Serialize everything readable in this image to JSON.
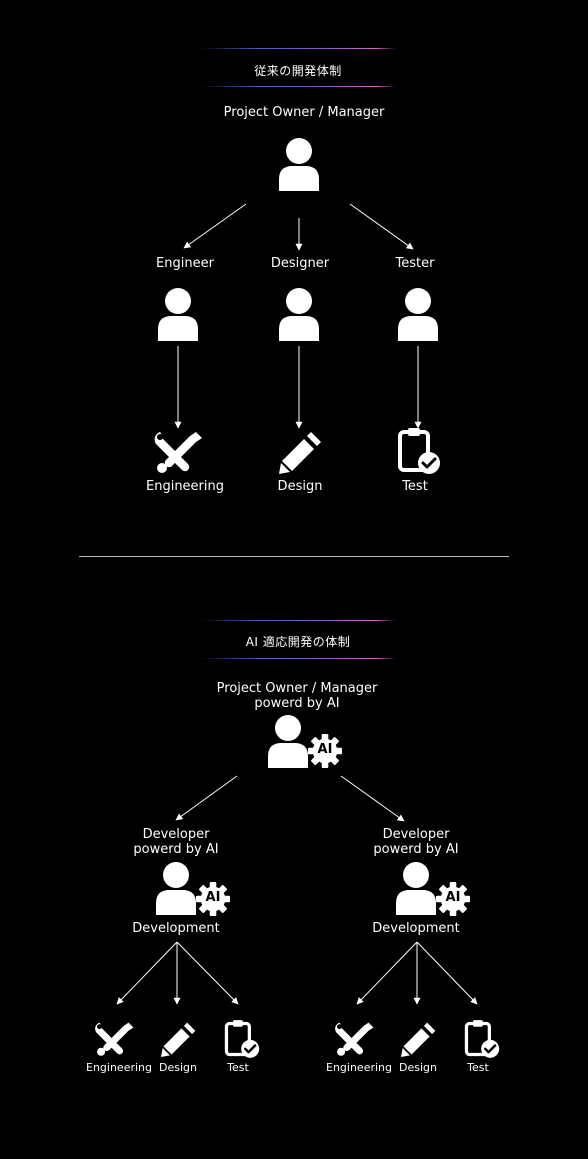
{
  "traditional": {
    "title": "従来の開発体制",
    "owner": "Project Owner / Manager",
    "roles": [
      "Engineer",
      "Designer",
      "Tester"
    ],
    "tasks": [
      "Engineering",
      "Design",
      "Test"
    ]
  },
  "ai": {
    "title": "AI 適応開発の体制",
    "owner_line1": "Project Owner / Manager",
    "owner_line2": "powerd by AI",
    "badge": "AI",
    "devs": [
      {
        "line1": "Developer",
        "line2": "powerd by AI",
        "role": "Development",
        "tasks": [
          "Engineering",
          "Design",
          "Test"
        ]
      },
      {
        "line1": "Developer",
        "line2": "powerd by AI",
        "role": "Development",
        "tasks": [
          "Engineering",
          "Design",
          "Test"
        ]
      }
    ]
  },
  "colors": {
    "background": "#000000",
    "foreground": "#ffffff",
    "gradient_start": "#3b5bff",
    "gradient_mid": "#8a4dff",
    "gradient_end": "#ff4fd8"
  }
}
